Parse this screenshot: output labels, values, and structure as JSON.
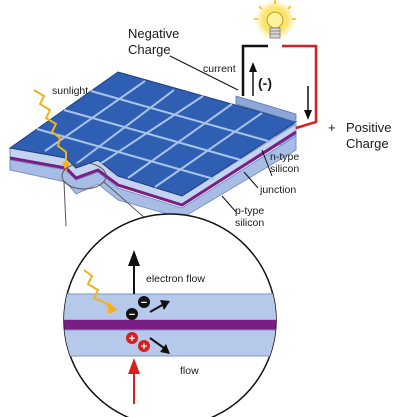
{
  "labels": {
    "negative_charge_line1": "Negative",
    "negative_charge_line2": "Charge",
    "current": "current",
    "minus_sign": "(-)",
    "plus_sign": "+",
    "positive_charge_line1": "Positive",
    "positive_charge_line2": "Charge",
    "sunlight": "sunlight",
    "n_type_line1": "n-type",
    "n_type_line2": "silicon",
    "junction": "junction",
    "p_type_line1": "p-type",
    "p_type_line2": "silicon",
    "electron_flow": "electron flow",
    "flow": "flow"
  },
  "inset_symbols": {
    "electron": "−",
    "hole": "+"
  },
  "colors": {
    "cell_blue": "#2f5fb3",
    "cell_grid": "#a9c4ea",
    "silicon_light": "#b7c9ea",
    "silicon_edge": "#7f97c7",
    "junction_purple": "#7a1e86",
    "wire_black": "#111111",
    "wire_red": "#d81e1e",
    "sun_yellow": "#f2b21c",
    "glow_yellow": "#fde36a"
  },
  "icons": {
    "bulb": "light-bulb-icon",
    "sun_ray": "sunlight-ray-icon",
    "electron": "electron-icon",
    "hole": "hole-icon"
  }
}
